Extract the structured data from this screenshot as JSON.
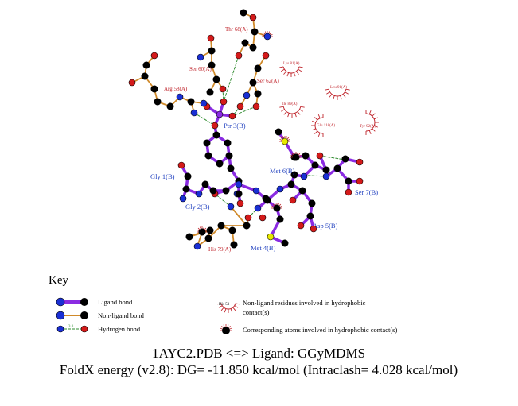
{
  "ligand_labels": [
    "Ptr 3(B)",
    "Gly 1(B)",
    "Gly 2(B)",
    "Met 6(B)",
    "Ser 7(B)",
    "Asp 5(B)",
    "Met 4(B)"
  ],
  "nonligand_labels": [
    "Thr 68(A)",
    "Ser 60(A)",
    "Ser 62(A)",
    "Arg 58(A)",
    "His 79(A)"
  ],
  "hydrophobic_labels": [
    "Lys 81(A)",
    "Leu 91(A)",
    "Ile 89(A)",
    "Glu 118(A)",
    "Tyr 92(A)"
  ],
  "key": {
    "title": "Key",
    "ligand_bond": "Ligand bond",
    "nonligand_bond": "Non-ligand bond",
    "hydrogen_bond": "Hydrogen bond",
    "hbond_len": "3.0",
    "hydrophobic_line1": "Non-ligand residues involved in hydrophobic",
    "hydrophobic_line2": "contact(s)",
    "hydrophobic_example": "His 53",
    "corresponding": "Corresponding atoms involved in hydrophobic contact(s)"
  },
  "caption": {
    "line1": "1AYC2.PDB <=> Ligand: GGyMDMS",
    "line2": "FoldX energy (v2.8): DG= -11.850 kcal/mol (Intraclash= 4.028 kcal/mol)"
  },
  "colors": {
    "ligand_bond": "#8a2be2",
    "nonligand_bond": "#d08a2a",
    "hbond": "#2e8b2e",
    "carbon": "#000000",
    "nitrogen": "#1a2fd4",
    "oxygen": "#d41a1a",
    "sulfur": "#e8e800",
    "phosphorus": "#8a2be2",
    "hydrophobic": "#c0262d"
  }
}
